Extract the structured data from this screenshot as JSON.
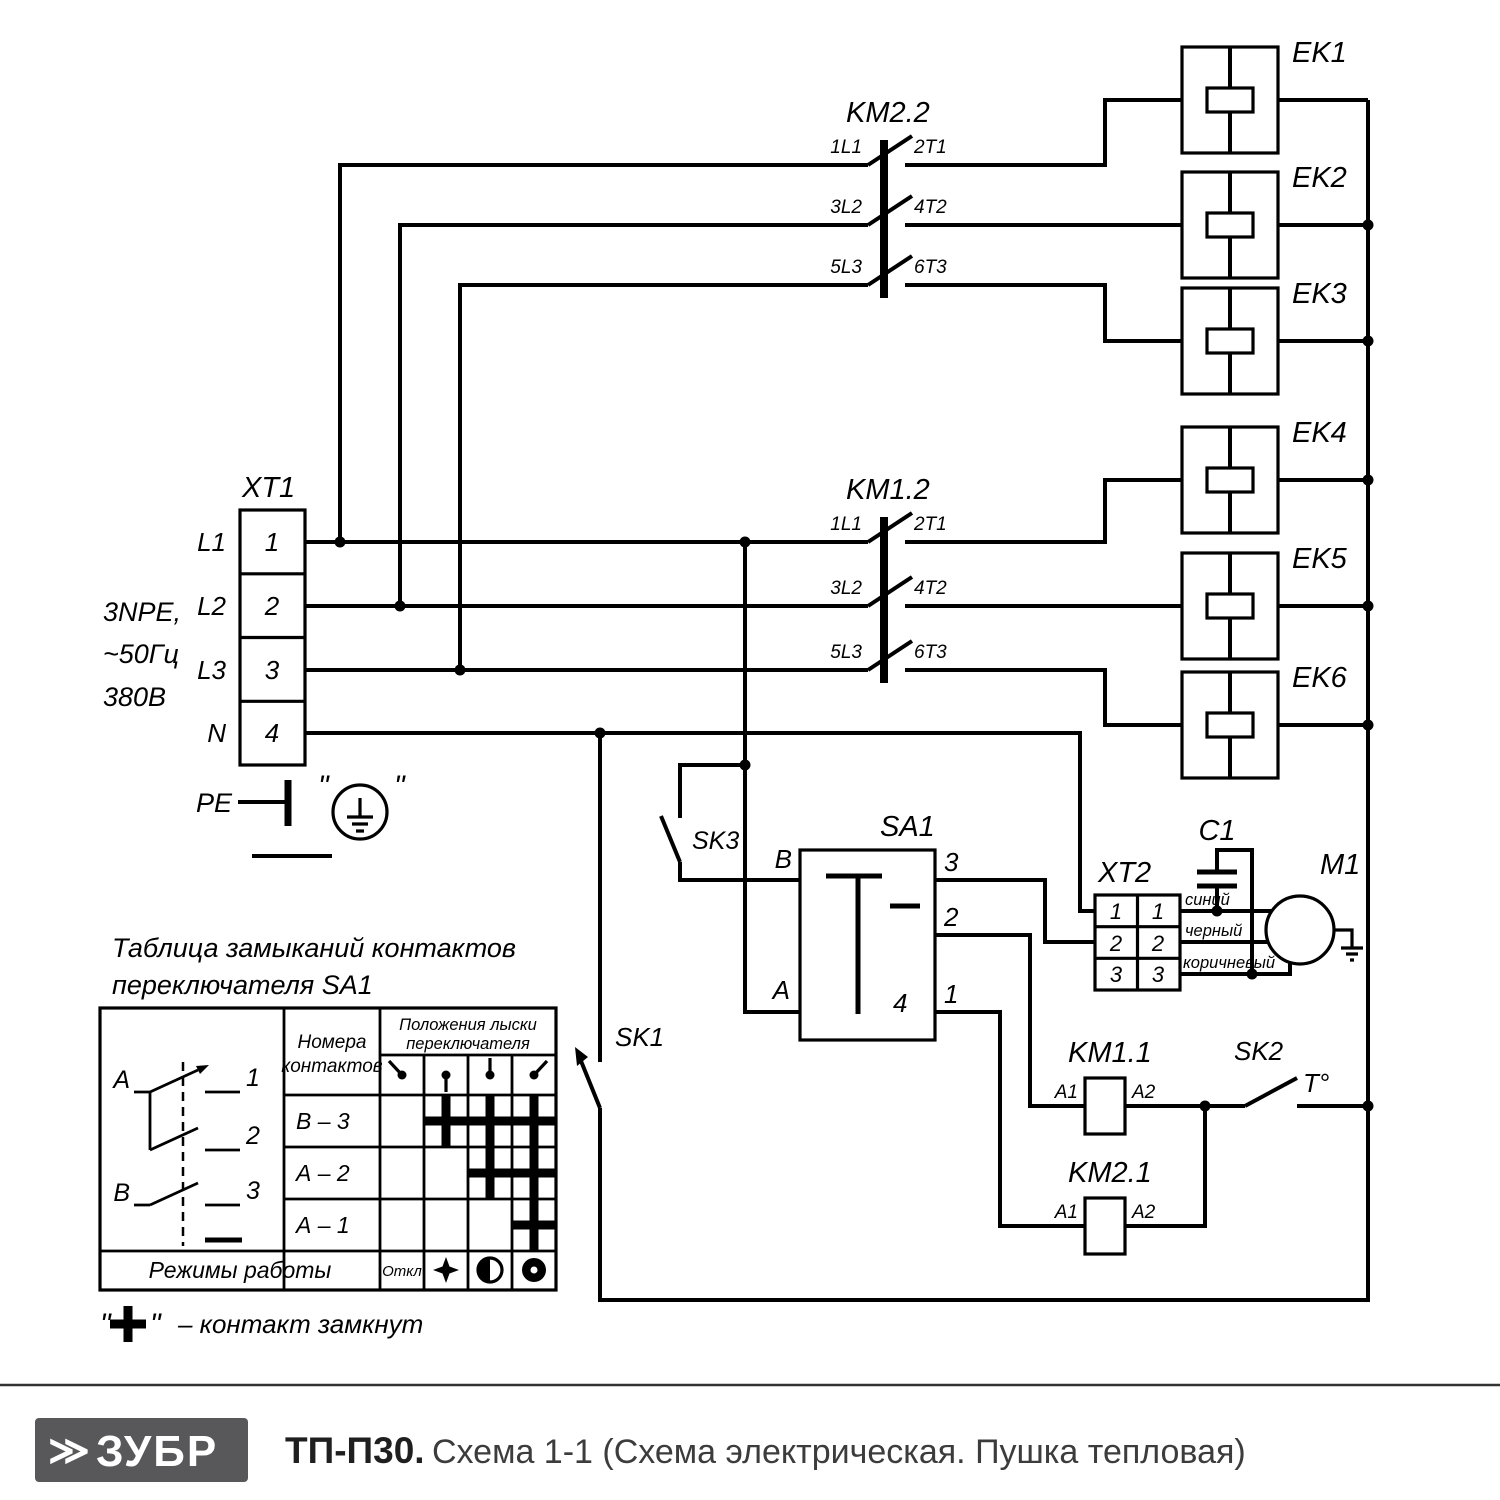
{
  "schematic": {
    "xt1": {
      "label": "XT1",
      "terminals": [
        "1",
        "2",
        "3",
        "4"
      ],
      "lines": [
        "L1",
        "L2",
        "L3",
        "N"
      ],
      "supply": [
        "3NPE,",
        "~50Гц",
        "380В"
      ],
      "pe_label": "PE"
    },
    "km22": {
      "label": "KM2.2",
      "poles": [
        {
          "in": "1L1",
          "out": "2T1"
        },
        {
          "in": "3L2",
          "out": "4T2"
        },
        {
          "in": "5L3",
          "out": "6T3"
        }
      ]
    },
    "km12": {
      "label": "KM1.2",
      "poles": [
        {
          "in": "1L1",
          "out": "2T1"
        },
        {
          "in": "3L2",
          "out": "4T2"
        },
        {
          "in": "5L3",
          "out": "6T3"
        }
      ]
    },
    "heaters": [
      "EK1",
      "EK2",
      "EK3",
      "EK4",
      "EK5",
      "EK6"
    ],
    "sk1": "SK1",
    "sk2": "SK2",
    "sk2_temp": "T°",
    "sk3": "SK3",
    "sa1": {
      "label": "SA1",
      "term_b": "B",
      "term_a": "A",
      "out3": "3",
      "out2": "2",
      "out1": "1",
      "inner4": "4"
    },
    "xt2": {
      "label": "XT2",
      "left": [
        "1",
        "2",
        "3"
      ],
      "right": [
        "1",
        "2",
        "3"
      ]
    },
    "c1": "C1",
    "m1": "M1",
    "motor_wires": [
      "синий",
      "черный",
      "коричневый"
    ],
    "km11": {
      "label": "KM1.1",
      "a1": "A1",
      "a2": "A2"
    },
    "km21": {
      "label": "KM2.1",
      "a1": "A1",
      "a2": "A2"
    }
  },
  "table": {
    "title_line1": "Таблица замыканий контактов",
    "title_line2": "переключателя SA1",
    "col_numbers_line1": "Номера",
    "col_numbers_line2": "контактов",
    "col_positions_line1": "Положения лыски",
    "col_positions_line2": "переключателя",
    "rows": [
      "В – 3",
      "А – 2",
      "А – 1"
    ],
    "marks": [
      [
        0,
        1,
        1,
        1
      ],
      [
        0,
        0,
        1,
        1
      ],
      [
        0,
        0,
        0,
        1
      ]
    ],
    "modes_label": "Режимы работы",
    "off_label": "Откл",
    "switch_diagram": {
      "a": "А",
      "b": "В",
      "n1": "1",
      "n2": "2",
      "n3": "3"
    },
    "position_icons": [
      "flat-up-left",
      "flat-down",
      "flat-up",
      "flat-up-right"
    ],
    "mode_icons": [
      "off",
      "fan-icon",
      "half-heat-icon",
      "full-heat-icon"
    ]
  },
  "legend": {
    "open_quote": "\"",
    "close_quote": "\"",
    "text": "– контакт замкнут"
  },
  "footer": {
    "logo_mark": "≫",
    "logo_text": "ЗУБР",
    "model": "ТП-П30.",
    "title": "Схема 1-1 (Схема электрическая. Пушка тепловая)"
  }
}
